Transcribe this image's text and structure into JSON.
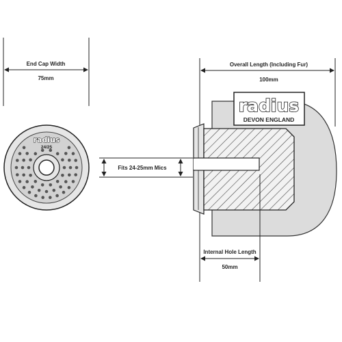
{
  "labels": {
    "end_cap_width_title": "End Cap Width",
    "end_cap_width_value": "75mm",
    "overall_length_title": "Overall Length (Including Fur)",
    "overall_length_value": "100mm",
    "fits_label": "Fits 24-25mm Mics",
    "internal_hole_title": "Internal Hole Length",
    "internal_hole_value": "50mm"
  },
  "logo": {
    "brand": "radius",
    "location": "DEVON ENGLAND"
  },
  "end_cap": {
    "logo": "radius",
    "size_marking": "24/25"
  },
  "colors": {
    "line": "#222222",
    "cap_fill": "#e6e6e6",
    "fur_fill": "#dcdcdc",
    "body_fill": "#eeeeee"
  }
}
